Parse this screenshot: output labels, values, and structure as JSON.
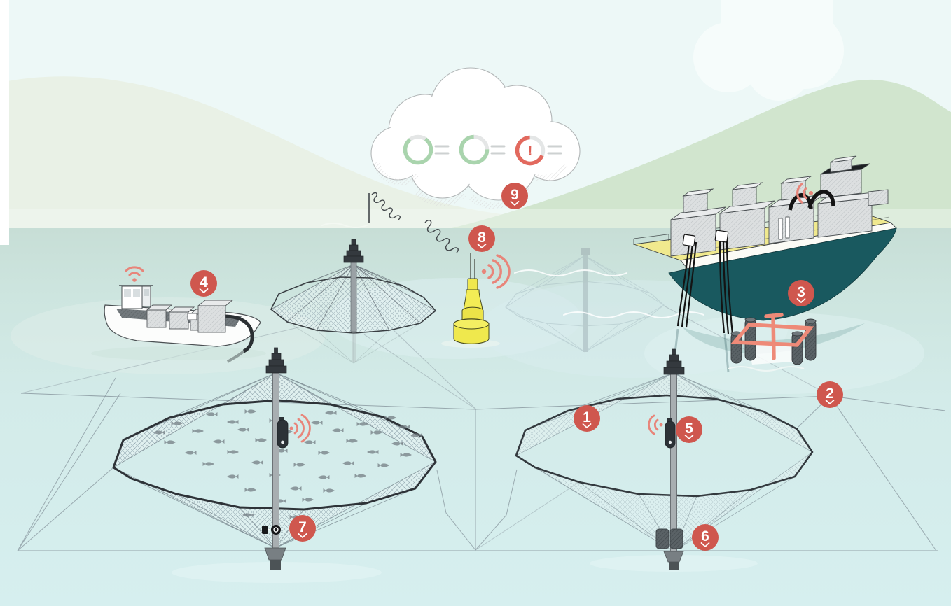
{
  "diagram": {
    "type": "aquaculture-submersible-pen-monitoring-illustration",
    "hotspots": [
      {
        "id": 1,
        "label": "1"
      },
      {
        "id": 2,
        "label": "2"
      },
      {
        "id": 3,
        "label": "3"
      },
      {
        "id": 4,
        "label": "4"
      },
      {
        "id": 5,
        "label": "5"
      },
      {
        "id": 6,
        "label": "6"
      },
      {
        "id": 7,
        "label": "7"
      },
      {
        "id": 8,
        "label": "8"
      },
      {
        "id": 9,
        "label": "9"
      }
    ],
    "cloud_status": {
      "indicators": [
        {
          "name": "status-ring-1",
          "state": "ok"
        },
        {
          "name": "status-ring-2",
          "state": "ok"
        },
        {
          "name": "status-ring-3",
          "state": "alert",
          "symbol": "!"
        }
      ]
    },
    "colors": {
      "accent": "#cf574e",
      "status_ok": "#a9d4ad",
      "status_alert": "#e2695e",
      "wifi": "#e8857a",
      "buoy_yellow": "#efe84d",
      "ship_hull": "#19595f",
      "ship_deck": "#f0e98e",
      "mooring_frame": "#ee8a78",
      "sea": "#d3ebe9",
      "hills": "#d1e5ce"
    }
  }
}
